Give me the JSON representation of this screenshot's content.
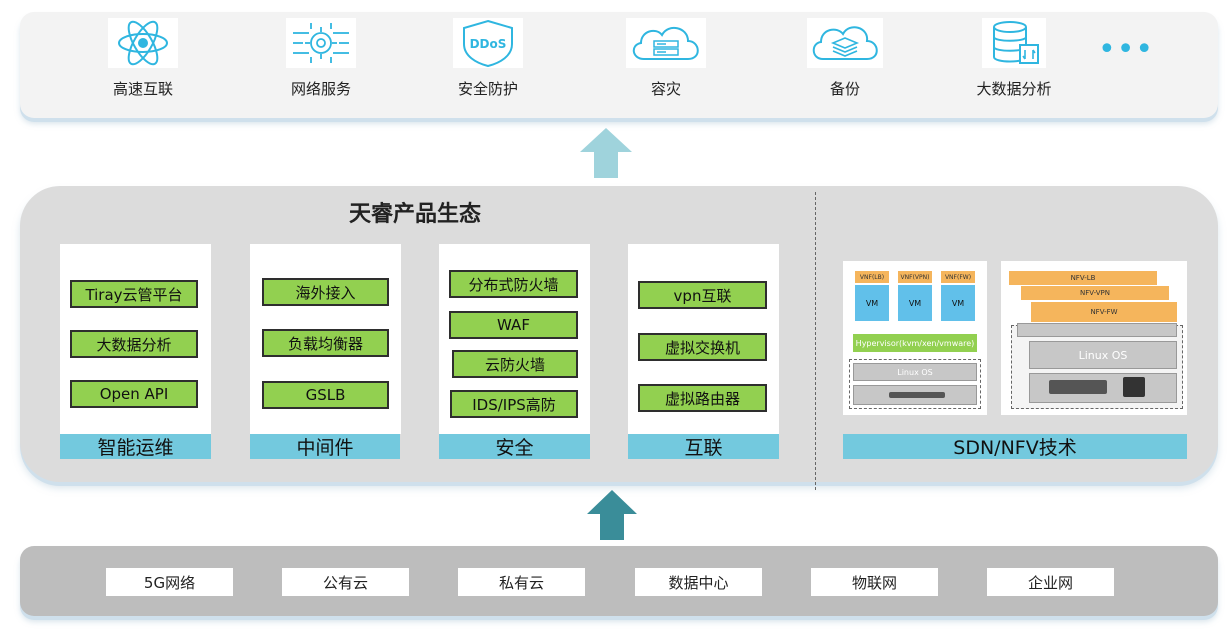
{
  "services": [
    {
      "label": "高速互联",
      "icon": "atom-icon"
    },
    {
      "label": "网络服务",
      "icon": "gear-circuit-icon"
    },
    {
      "label": "安全防护",
      "icon": "ddos-shield-icon",
      "icon_text": "DDoS"
    },
    {
      "label": "容灾",
      "icon": "cloud-server-icon"
    },
    {
      "label": "备份",
      "icon": "cloud-layers-icon"
    },
    {
      "label": "大数据分析",
      "icon": "database-icon"
    }
  ],
  "services_more": "•••",
  "ecosystem": {
    "title": "天睿产品生态",
    "groups": [
      {
        "caption": "智能运维",
        "items": [
          "Tiray云管平台",
          "大数据分析",
          "Open API"
        ]
      },
      {
        "caption": "中间件",
        "items": [
          "海外接入",
          "负载均衡器",
          "GSLB"
        ]
      },
      {
        "caption": "安全",
        "items": [
          "分布式防火墙",
          "WAF",
          "云防火墙",
          "IDS/IPS高防"
        ]
      },
      {
        "caption": "互联",
        "items": [
          "vpn互联",
          "虚拟交换机",
          "虚拟路由器"
        ]
      }
    ],
    "sdn": {
      "caption": "SDN/NFV技术",
      "left": {
        "vnf_tags": [
          "VNF(LB)",
          "VNF(VPN)",
          "VNF(FW)"
        ],
        "vm_labels": [
          "VM",
          "VM",
          "VM"
        ],
        "hypervisor": "Hypervisor(kvm/xen/vmware)",
        "os": "Linux OS"
      },
      "right": {
        "nfv_tags": [
          "NFV-LB",
          "NFV-VPN",
          "NFV-FW"
        ],
        "os": "Linux OS"
      }
    }
  },
  "infrastructure": [
    "5G网络",
    "公有云",
    "私有云",
    "数据中心",
    "物联网",
    "企业网"
  ],
  "colors": {
    "accent_cyan": "#73c9de",
    "item_green": "#92d050",
    "icon_blue": "#2fb6e0",
    "arrow_light": "#9fd3dc",
    "arrow_dark": "#3a8d99",
    "vnf_orange": "#f5b55c",
    "vm_blue": "#61c0ea"
  }
}
